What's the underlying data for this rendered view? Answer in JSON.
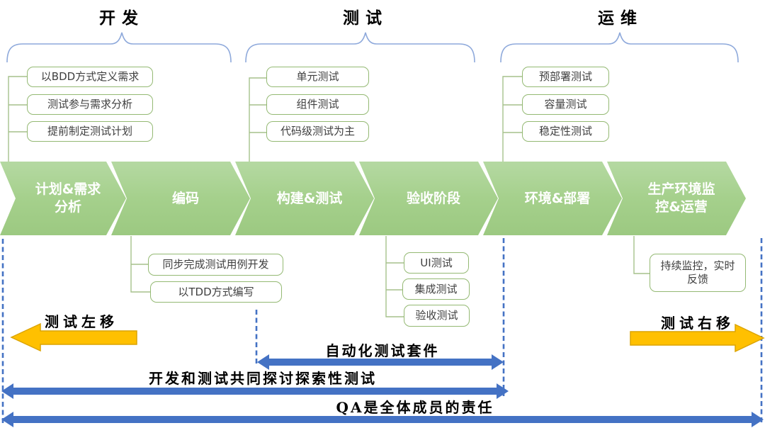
{
  "colors": {
    "chevron_green": "#a5d08c",
    "box_border_green": "#94b973",
    "connector_green": "#a6c18b",
    "brace_blue": "#8ea9db",
    "arrow_blue": "#4472c4",
    "arrow_orange": "#ffc000",
    "dashed_blue": "#4472c4"
  },
  "phases": [
    {
      "label": "开发",
      "items": [
        "以BDD方式定义需求",
        "测试参与需求分析",
        "提前制定测试计划"
      ]
    },
    {
      "label": "测试",
      "items": [
        "单元测试",
        "组件测试",
        "代码级测试为主"
      ]
    },
    {
      "label": "运维",
      "items": [
        "预部署测试",
        "容量测试",
        "稳定性测试"
      ]
    }
  ],
  "stages": [
    "计划&需求\n分析",
    "编码",
    "构建&测试",
    "验收阶段",
    "环境&部署",
    "生产环境监\n控&运营"
  ],
  "details": {
    "coding": [
      "同步完成测试用例开发",
      "以TDD方式编写"
    ],
    "acceptance": [
      "UI测试",
      "集成测试",
      "验收测试"
    ],
    "production": [
      "持续监控，实时\n反馈"
    ]
  },
  "annotations": {
    "shift_left": "测试左移",
    "shift_right": "测试右移",
    "automation": "自动化测试套件",
    "exploratory": "开发和测试共同探讨探索性测试",
    "qa": "QA是全体成员的责任"
  }
}
